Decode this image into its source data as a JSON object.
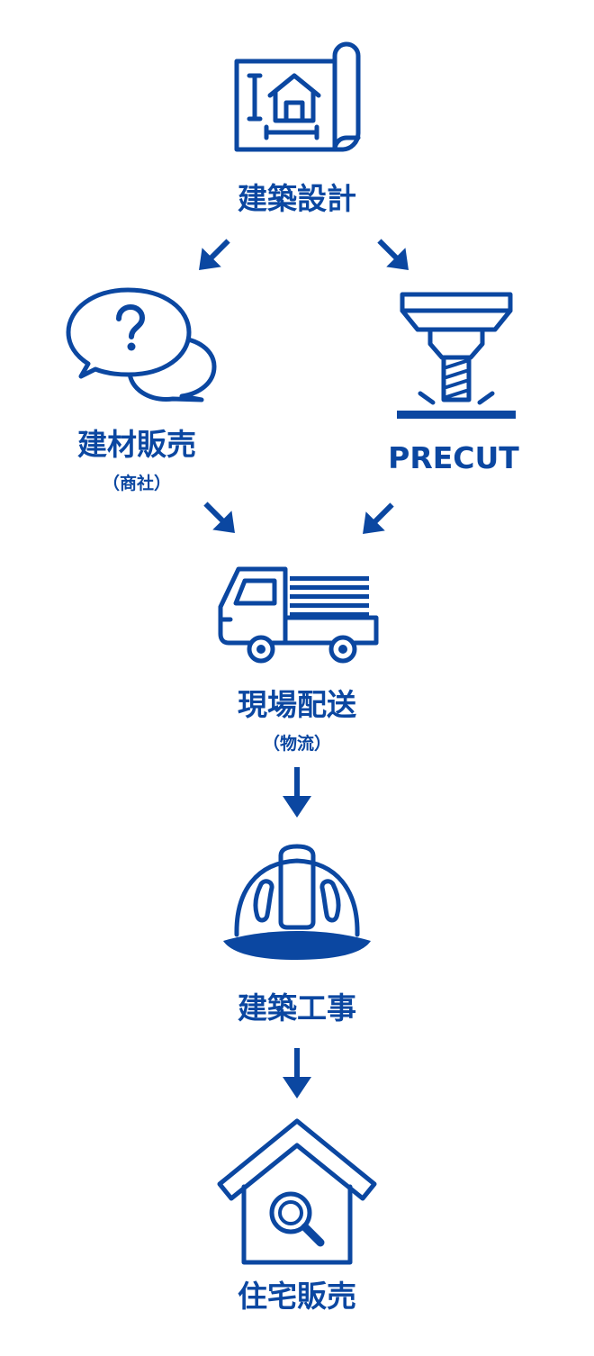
{
  "theme": {
    "primary_color": "#0b47a1"
  },
  "steps": {
    "design": {
      "label": "建築設計",
      "icon": "blueprint-house-icon"
    },
    "materials": {
      "label": "建材販売",
      "sub": "（商社）",
      "icon": "speech-bubbles-question-icon"
    },
    "precut": {
      "label": "PRECUT",
      "icon": "precut-drill-icon"
    },
    "delivery": {
      "label": "現場配送",
      "sub": "（物流）",
      "icon": "lumber-truck-icon"
    },
    "construction": {
      "label": "建築工事",
      "icon": "hard-hat-icon"
    },
    "sales": {
      "label": "住宅販売",
      "icon": "house-magnifier-icon"
    }
  },
  "arrows": [
    {
      "from": "design",
      "to": "materials",
      "icon": "arrow-down-left-icon"
    },
    {
      "from": "design",
      "to": "precut",
      "icon": "arrow-down-right-icon"
    },
    {
      "from": "materials",
      "to": "delivery",
      "icon": "arrow-down-right-icon"
    },
    {
      "from": "precut",
      "to": "delivery",
      "icon": "arrow-down-left-icon"
    },
    {
      "from": "delivery",
      "to": "construction",
      "icon": "arrow-down-icon"
    },
    {
      "from": "construction",
      "to": "sales",
      "icon": "arrow-down-icon"
    }
  ]
}
